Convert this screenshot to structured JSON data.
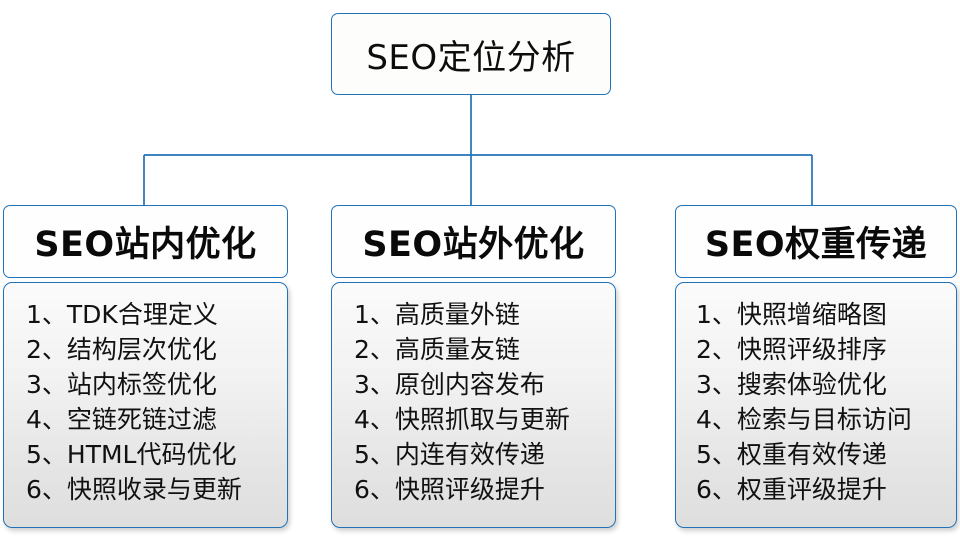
{
  "diagram": {
    "type": "org-tree",
    "root": {
      "label": "SEO定位分析"
    },
    "accent_color": "#2272b8",
    "text_color": "#0d0d0d",
    "body_gradient_top": "#fbfbfb",
    "body_gradient_bottom": "#dedede",
    "columns": [
      {
        "title": "SEO站内优化",
        "items": [
          "1、TDK合理定义",
          "2、结构层次优化",
          "3、站内标签优化",
          "4、空链死链过滤",
          "5、HTML代码优化",
          "6、快照收录与更新"
        ]
      },
      {
        "title": "SEO站外优化",
        "items": [
          "1、高质量外链",
          "2、高质量友链",
          "3、原创内容发布",
          "4、快照抓取与更新",
          "5、内连有效传递",
          "6、快照评级提升"
        ]
      },
      {
        "title": "SEO权重传递",
        "items": [
          "1、快照增缩略图",
          "2、快照评级排序",
          "3、搜索体验优化",
          "4、检索与目标访问",
          "5、权重有效传递",
          "6、权重评级提升"
        ]
      }
    ]
  }
}
